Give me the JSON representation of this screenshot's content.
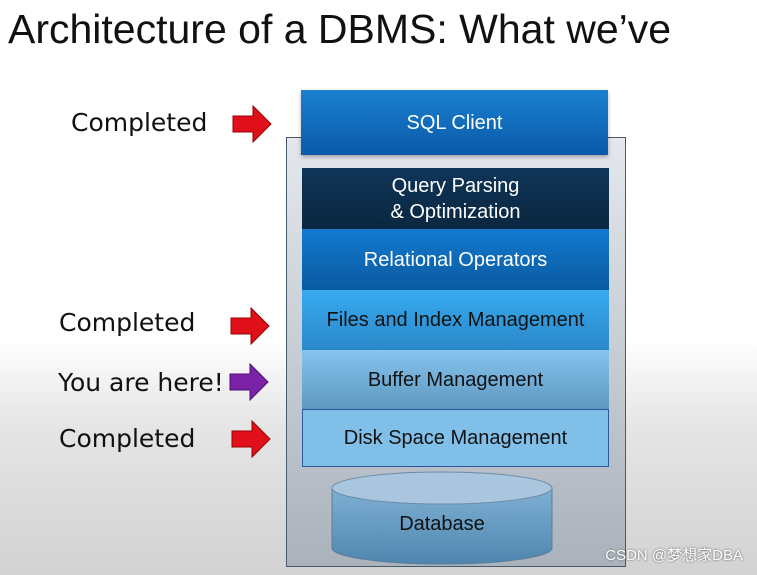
{
  "title": "Architecture of a DBMS: What we’ve",
  "layers": [
    "SQL Client",
    "Query Parsing\n& Optimization",
    "Relational Operators",
    "Files and Index Management",
    "Buffer Management",
    "Disk Space Management",
    "Database"
  ],
  "annotations": [
    {
      "text": "Completed",
      "color": "#e0101a"
    },
    {
      "text": "Completed",
      "color": "#e0101a"
    },
    {
      "text": "You are here!",
      "color": "#7a22a8"
    },
    {
      "text": "Completed",
      "color": "#e0101a"
    }
  ],
  "watermark": "CSDN @梦想家DBA"
}
